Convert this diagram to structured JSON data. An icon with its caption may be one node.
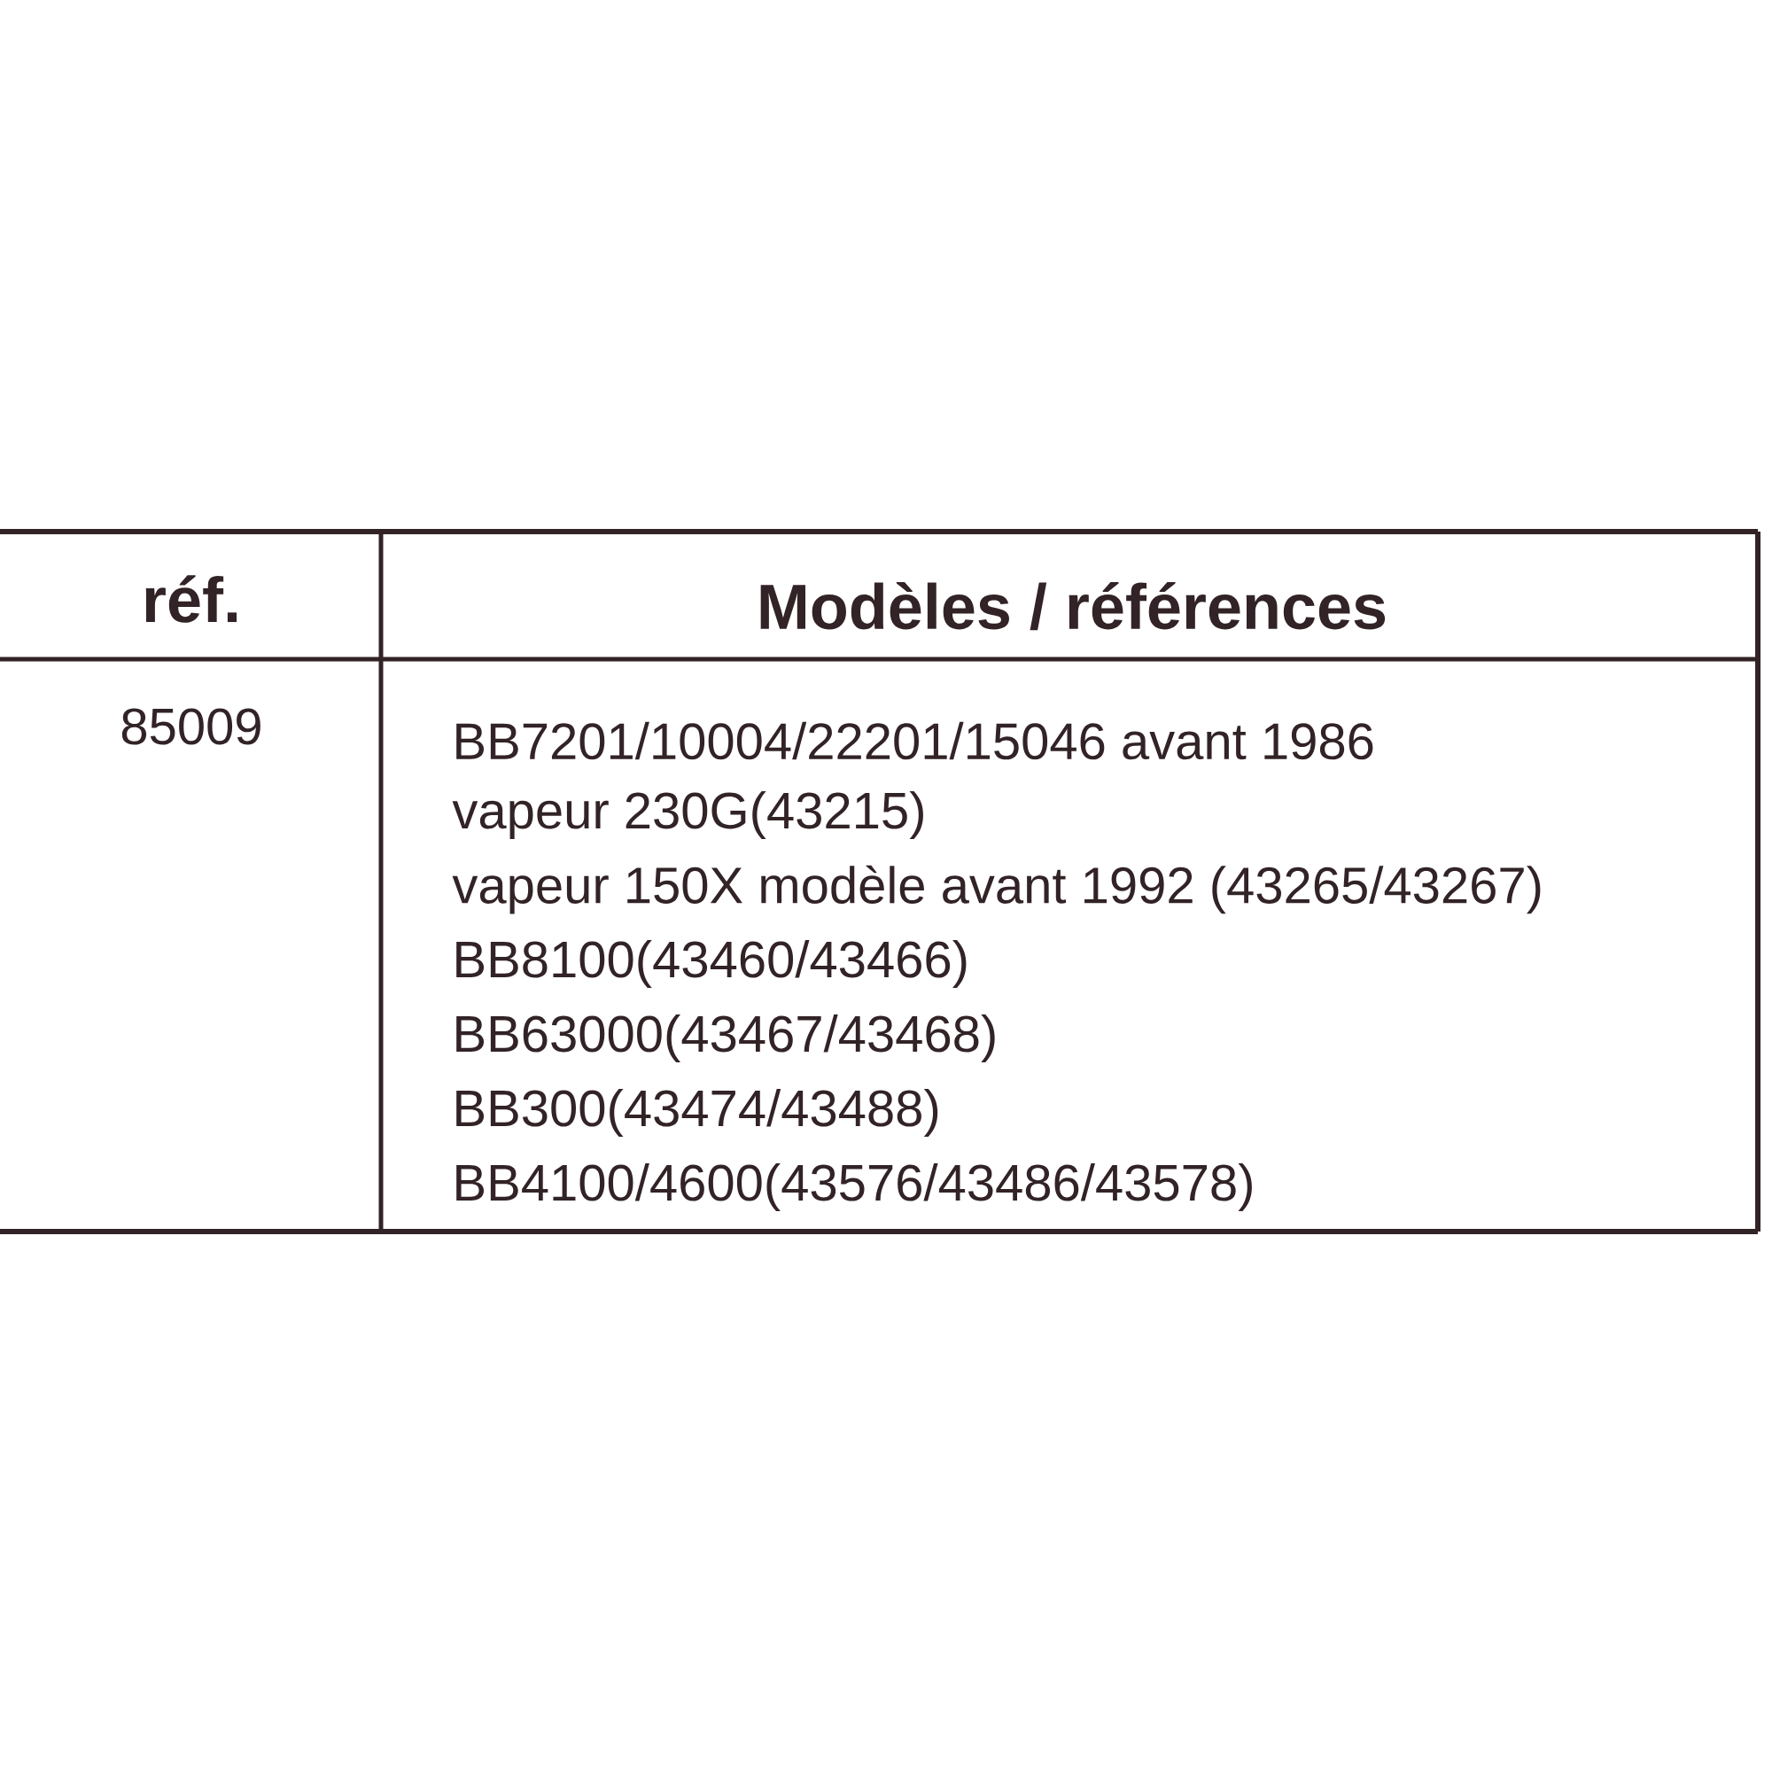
{
  "diagram": {
    "labels": [
      "réf.",
      "Modèles / références",
      "85009",
      "BB7201/10004/22201/15046 avant 1986",
      "vapeur 230G(43215)",
      "vapeur 150X modèle avant 1992 (43265/43267)",
      "BB8100(43460/43466)",
      "BB63000(43467/43468)",
      "BB300(43474/43488)",
      "BB4100/4600(43576/43486/43578)"
    ]
  }
}
